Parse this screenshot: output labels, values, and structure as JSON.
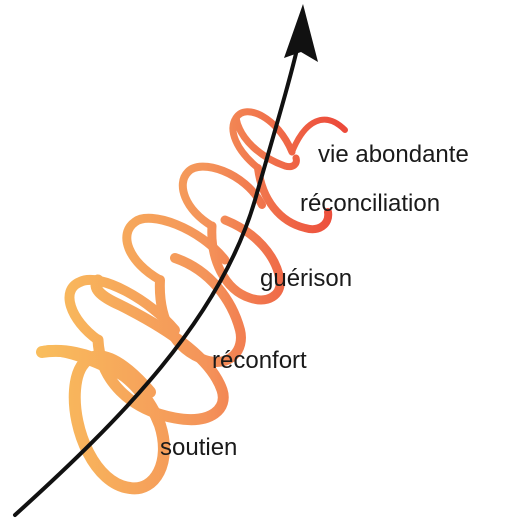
{
  "stages": [
    {
      "label": "soutien"
    },
    {
      "label": "réconfort"
    },
    {
      "label": "guérison"
    },
    {
      "label": "réconciliation"
    },
    {
      "label": "vie abondante"
    }
  ],
  "colors": {
    "spiral_light": "#F9BD5C",
    "spiral_mid": "#F4945A",
    "spiral_dark": "#EC4A3A",
    "arrow": "#111111",
    "text": "#1a1a1a"
  }
}
